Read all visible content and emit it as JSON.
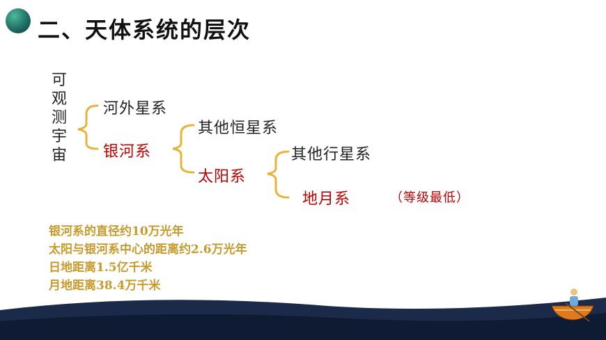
{
  "header": {
    "title": "二、天体系统的层次"
  },
  "hierarchy": {
    "root": "可观测宇宙",
    "milky_way_outer": "河外星系",
    "milky_way": "银河系",
    "other_stellar": "其他恒星系",
    "solar_system": "太阳系",
    "other_planetary": "其他行星系",
    "earth_moon": "地月系",
    "lowest_note": "（等级最低）"
  },
  "facts": [
    "银河系的直径约10万光年",
    "太阳与银河系中心的距离约2.6万光年",
    "日地距离1.5亿千米",
    "月地距离38.4万千米"
  ],
  "colors": {
    "title_ball": "#1f6f64",
    "bracket": "#e8b33a",
    "highlight_red": "#c00000",
    "facts_gold": "#c79a2c",
    "wave_dark": "#1c2a4a"
  },
  "decor": {
    "boat": "boat-icon",
    "person": "person-icon"
  }
}
